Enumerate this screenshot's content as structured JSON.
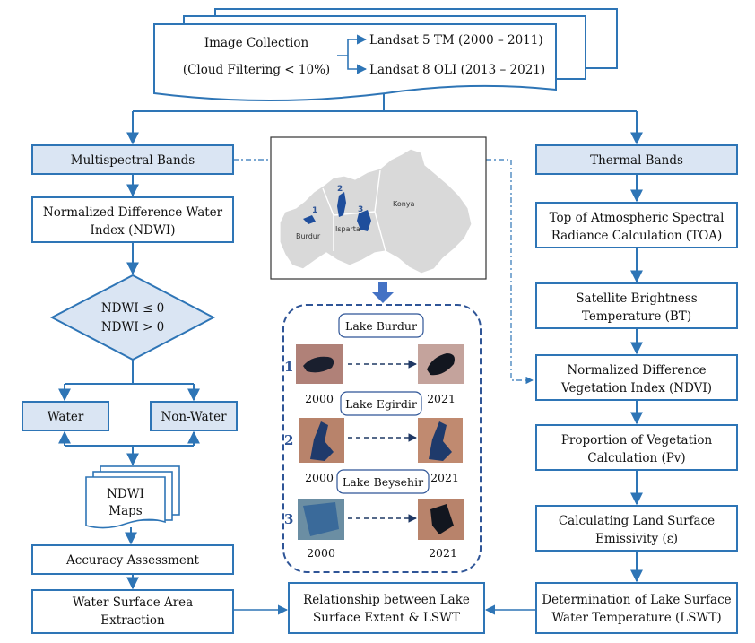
{
  "colors": {
    "line": "#2e75b6",
    "box_fill_light": "#dae5f3",
    "diamond_fill": "#dae5f3",
    "accent_blue": "#2f5597"
  },
  "collection": {
    "title": "Image Collection",
    "subtitle": "(Cloud Filtering < 10%)",
    "landsat5": "Landsat 5 TM (2000 – 2011)",
    "landsat8": "Landsat 8 OLI (2013 – 2021)"
  },
  "left": {
    "multispectral": "Multispectral Bands",
    "ndwi_line1": "Normalized Difference Water",
    "ndwi_line2": "Index (NDWI)",
    "cond_line1": "NDWI ≤ 0",
    "cond_line2": "NDWI > 0",
    "water": "Water",
    "nonwater": "Non-Water",
    "maps_line1": "NDWI",
    "maps_line2": "Maps",
    "accuracy": "Accuracy Assessment",
    "extraction_line1": "Water Surface Area",
    "extraction_line2": "Extraction"
  },
  "right": {
    "thermal": "Thermal Bands",
    "toa_line1": "Top of Atmospheric Spectral",
    "toa_line2": "Radiance Calculation (TOA)",
    "bt_line1": "Satellite Brightness",
    "bt_line2": "Temperature (BT)",
    "ndvi_line1": "Normalized Difference",
    "ndvi_line2": "Vegetation Index (NDVI)",
    "pv_line1": "Proportion of Vegetation",
    "pv_line2": "Calculation (Pv)",
    "lse_line1": "Calculating Land Surface",
    "lse_line2": "Emissivity (ε)",
    "lswt_line1": "Determination of Lake Surface",
    "lswt_line2": "Water Temperature (LSWT)"
  },
  "center": {
    "map_labels": {
      "burdur": "Burdur",
      "isparta": "Isparta",
      "konya": "Konya",
      "n1": "1",
      "n2": "2",
      "n3": "3"
    },
    "lakes": [
      {
        "name": "Lake Burdur",
        "number": "1",
        "year_start": "2000",
        "year_end": "2021"
      },
      {
        "name": "Lake Egirdir",
        "number": "2",
        "year_start": "2000",
        "year_end": "2021"
      },
      {
        "name": "Lake Beysehir",
        "number": "3",
        "year_start": "2000",
        "year_end": "2021"
      }
    ],
    "relationship_line1": "Relationship between Lake",
    "relationship_line2": "Surface Extent & LSWT"
  }
}
